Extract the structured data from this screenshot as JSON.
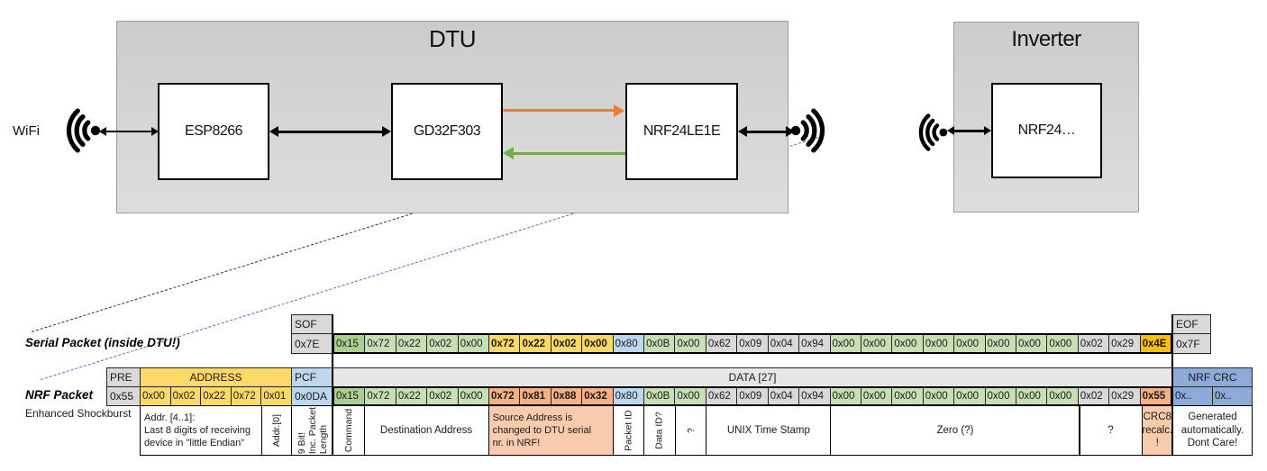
{
  "diagram": {
    "wifi_label": "WiFi",
    "dtu": {
      "title": "DTU",
      "chips": [
        "ESP8266",
        "GD32F303",
        "NRF24LE1E"
      ]
    },
    "inverter": {
      "title": "Inverter",
      "chip": "NRF24…"
    },
    "colors": {
      "uart_tx_arrow": "#ED7D31",
      "uart_rx_arrow": "#70AD47",
      "serial_trace_line": "#262626",
      "nrf_trace_line": "#4472C4",
      "cell_gray": "#D9D9D9",
      "cell_green_light": "#C6E0B4",
      "cell_green_dark": "#A9D08E",
      "cell_yellow": "#FFD966",
      "cell_gold": "#FFC000",
      "cell_blue_light": "#BDD7EE",
      "cell_blue_mid": "#8EAADB",
      "cell_salmon": "#F4B183",
      "cell_orange_note": "#F8CBAD"
    }
  },
  "serial_packet": {
    "label": "Serial Packet (inside DTU!)",
    "sof": {
      "header": "SOF",
      "value": "0x7E"
    },
    "eof": {
      "header": "EOF",
      "value": "0x7F"
    },
    "bytes": [
      {
        "v": "0x15",
        "c": "green2"
      },
      {
        "v": "0x72",
        "c": "green1"
      },
      {
        "v": "0x22",
        "c": "green1"
      },
      {
        "v": "0x02",
        "c": "green1"
      },
      {
        "v": "0x00",
        "c": "green1"
      },
      {
        "v": "0x72",
        "c": "yellow",
        "b": true
      },
      {
        "v": "0x22",
        "c": "yellow",
        "b": true
      },
      {
        "v": "0x02",
        "c": "yellow",
        "b": true
      },
      {
        "v": "0x00",
        "c": "yellow",
        "b": true
      },
      {
        "v": "0x80",
        "c": "blue"
      },
      {
        "v": "0x0B",
        "c": "green1"
      },
      {
        "v": "0x00",
        "c": "green1"
      },
      {
        "v": "0x62",
        "c": "gray"
      },
      {
        "v": "0x09",
        "c": "gray"
      },
      {
        "v": "0x04",
        "c": "gray"
      },
      {
        "v": "0x94",
        "c": "gray"
      },
      {
        "v": "0x00",
        "c": "green1"
      },
      {
        "v": "0x00",
        "c": "green1"
      },
      {
        "v": "0x00",
        "c": "green1"
      },
      {
        "v": "0x00",
        "c": "green1"
      },
      {
        "v": "0x00",
        "c": "green1"
      },
      {
        "v": "0x00",
        "c": "green1"
      },
      {
        "v": "0x00",
        "c": "green1"
      },
      {
        "v": "0x00",
        "c": "green1"
      },
      {
        "v": "0x02",
        "c": "gray"
      },
      {
        "v": "0x29",
        "c": "gray"
      },
      {
        "v": "0x4E",
        "c": "gold",
        "b": true
      }
    ]
  },
  "nrf_packet": {
    "label": "NRF Packet",
    "sublabel": "Enhanced Shockburst",
    "pre": {
      "header": "PRE",
      "value": "0x55"
    },
    "address": {
      "header": "ADDRESS",
      "values": [
        "0x00",
        "0x02",
        "0x22",
        "0x72",
        "0x01"
      ]
    },
    "pcf": {
      "header": "PCF",
      "value": "0x0DA"
    },
    "data_header": "DATA [27]",
    "crc": {
      "header": "NRF CRC",
      "values": [
        "0x..",
        "0x.."
      ]
    },
    "bytes": [
      {
        "v": "0x15",
        "c": "green2"
      },
      {
        "v": "0x72",
        "c": "green1"
      },
      {
        "v": "0x22",
        "c": "green1"
      },
      {
        "v": "0x02",
        "c": "green1"
      },
      {
        "v": "0x00",
        "c": "green1"
      },
      {
        "v": "0x72",
        "c": "salmon",
        "b": true
      },
      {
        "v": "0x81",
        "c": "salmon",
        "b": true
      },
      {
        "v": "0x88",
        "c": "salmon",
        "b": true
      },
      {
        "v": "0x32",
        "c": "salmon",
        "b": true
      },
      {
        "v": "0x80",
        "c": "blue"
      },
      {
        "v": "0x0B",
        "c": "green1"
      },
      {
        "v": "0x00",
        "c": "green1"
      },
      {
        "v": "0x62",
        "c": "gray"
      },
      {
        "v": "0x09",
        "c": "gray"
      },
      {
        "v": "0x04",
        "c": "gray"
      },
      {
        "v": "0x94",
        "c": "gray"
      },
      {
        "v": "0x00",
        "c": "green1"
      },
      {
        "v": "0x00",
        "c": "green1"
      },
      {
        "v": "0x00",
        "c": "green1"
      },
      {
        "v": "0x00",
        "c": "green1"
      },
      {
        "v": "0x00",
        "c": "green1"
      },
      {
        "v": "0x00",
        "c": "green1"
      },
      {
        "v": "0x00",
        "c": "green1"
      },
      {
        "v": "0x00",
        "c": "green1"
      },
      {
        "v": "0x02",
        "c": "gray"
      },
      {
        "v": "0x29",
        "c": "gray"
      },
      {
        "v": "0x55",
        "c": "salmon",
        "b": true
      }
    ]
  },
  "annotations": [
    {
      "text": "Addr. [4..1]:\nLast 8 digits of receiving\ndevice in \"little Endian\"",
      "align": "left"
    },
    {
      "text": "Addr.[0]",
      "vertical": true
    },
    {
      "text": "9 Bit!\nInc. Packet\nLength",
      "vertical": true
    },
    {
      "text": "Command",
      "vertical": true
    },
    {
      "text": "Destination Address"
    },
    {
      "text": "Source Address is\nchanged to DTU serial\nnr. in NRF!",
      "align": "left",
      "bg": "orange"
    },
    {
      "text": "Packet ID",
      "vertical": true
    },
    {
      "text": "Data ID?",
      "vertical": true
    },
    {
      "text": "?",
      "vertical": true
    },
    {
      "text": "UNIX Time Stamp"
    },
    {
      "text": "Zero (?)"
    },
    {
      "text": "?"
    },
    {
      "text": "CRC8\nrecalc.\n!",
      "bg": "orange"
    },
    {
      "text": "Generated\nautomatically.\nDont Care!"
    }
  ]
}
